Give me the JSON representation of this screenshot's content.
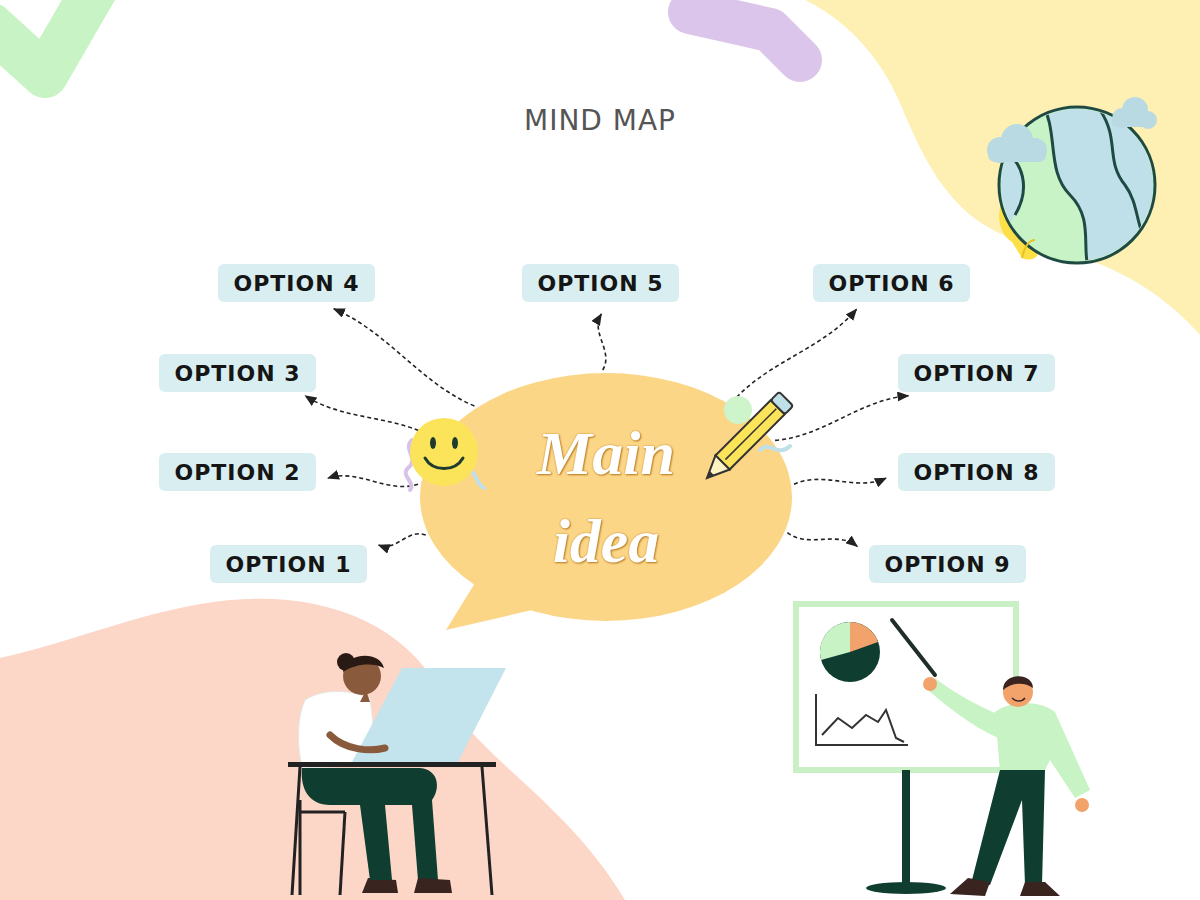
{
  "diagram": {
    "title": "MIND MAP",
    "nodes": [
      {
        "text": [
          "Main idea"
        ]
      },
      {
        "text": [
          "OPTION 1"
        ]
      },
      {
        "text": [
          "OPTION 2"
        ]
      },
      {
        "text": [
          "OPTION 3"
        ]
      },
      {
        "text": [
          "OPTION 4"
        ]
      },
      {
        "text": [
          "OPTION 5"
        ]
      },
      {
        "text": [
          "OPTION 6"
        ]
      },
      {
        "text": [
          "OPTION 7"
        ]
      },
      {
        "text": [
          "OPTION 8"
        ]
      },
      {
        "text": [
          "OPTION 9"
        ]
      }
    ],
    "edges": [
      {
        "from": 0,
        "to": 1,
        "arrow": "to"
      },
      {
        "from": 0,
        "to": 2,
        "arrow": "to"
      },
      {
        "from": 0,
        "to": 3,
        "arrow": "to"
      },
      {
        "from": 0,
        "to": 4,
        "arrow": "to"
      },
      {
        "from": 0,
        "to": 5,
        "arrow": "to"
      },
      {
        "from": 0,
        "to": 6,
        "arrow": "to"
      },
      {
        "from": 0,
        "to": 7,
        "arrow": "to"
      },
      {
        "from": 0,
        "to": 8,
        "arrow": "to"
      },
      {
        "from": 0,
        "to": 9,
        "arrow": "to"
      }
    ]
  }
}
